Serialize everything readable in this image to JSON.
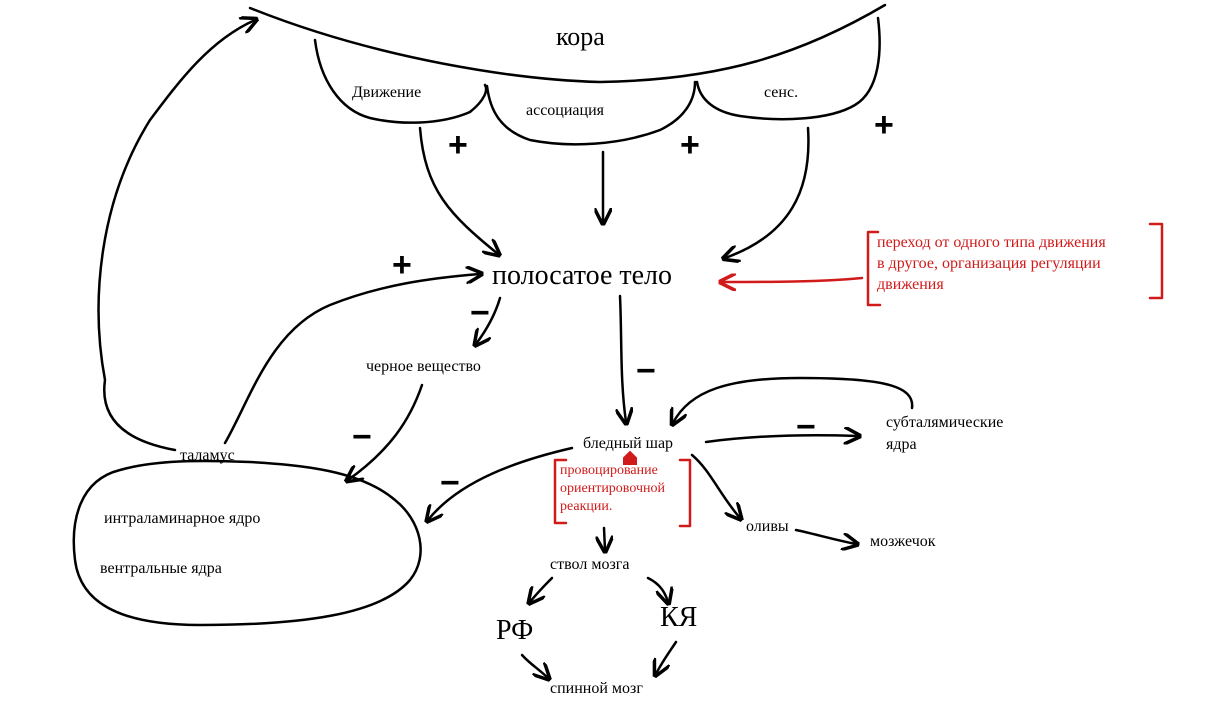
{
  "labels": {
    "cortex": "кора",
    "movement": "Движение",
    "association": "ассоциация",
    "sensory": "сенс.",
    "striatum": "полосатое тело",
    "substantia_nigra": "черное вещество",
    "thalamus": "таламус",
    "intralaminar_nucleus": "интраламинарное ядро",
    "ventral_nuclei": "вентральные ядра",
    "globus_pallidus": "бледный шар",
    "subthalamic_nuclei_1": "субталямические",
    "subthalamic_nuclei_2": "ядра",
    "olives": "оливы",
    "cerebellum": "мозжечок",
    "brainstem": "ствол мозга",
    "rf": "РФ",
    "ky": "КЯ",
    "spinal_cord": "спинной мозг"
  },
  "notes": {
    "striatum_note_1": "переход от одного типа движения",
    "striatum_note_2": "в другое, организация регуляции",
    "striatum_note_3": "движения",
    "pallidus_note_1": "провоцирование",
    "pallidus_note_2": "ориентировочной",
    "pallidus_note_3": "реакции."
  },
  "signs": {
    "plus": "+",
    "minus": "−"
  },
  "colors": {
    "ink": "#000000",
    "annotation": "#d11a1a"
  }
}
